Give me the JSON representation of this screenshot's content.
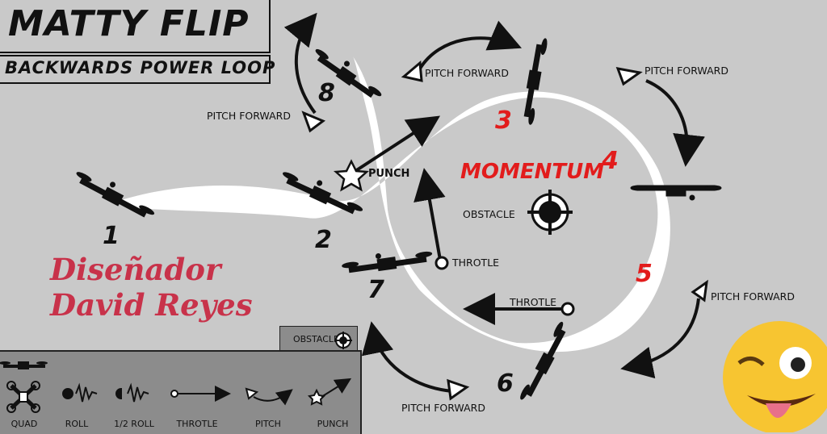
{
  "header": {
    "title": "MATTY FLIP",
    "subtitle": "BACKWARDS POWER LOOP"
  },
  "labels": {
    "pitch_forward_1": "PITCH FORWARD",
    "pitch_forward_2": "PITCH FORWARD",
    "pitch_forward_3": "PITCH FORWARD",
    "pitch_forward_4": "PITCH FORWARD",
    "pitch_forward_5": "PITCH FORWARD",
    "punch": "PUNCH",
    "throtle_1": "THROTLE",
    "throtle_2": "THROTLE",
    "obstacle": "OBSTACLE",
    "momentum": "MOMENTUM"
  },
  "steps": [
    "1",
    "2",
    "3",
    "4",
    "5",
    "6",
    "7",
    "8"
  ],
  "designer": {
    "line1": "Diseñador",
    "line2": "David Reyes"
  },
  "legend": {
    "obstacle": "OBSTACLE",
    "items": [
      "QUAD",
      "ROLL",
      "1/2 ROLL",
      "THROTLE",
      "PITCH",
      "PUNCH"
    ]
  },
  "colors": {
    "background": "#c9c9c9",
    "path": "#ffffff",
    "accent": "#e21c1c",
    "designer": "#c8324a",
    "legend_bg": "#8c8c8c",
    "emoji": "#f7c531"
  },
  "icons": [
    "quad-icon",
    "obstacle-icon",
    "punch-star-icon",
    "pitch-arrow-icon",
    "throttle-arrow-icon",
    "roll-icon",
    "half-roll-icon",
    "winking-emoji-icon"
  ]
}
